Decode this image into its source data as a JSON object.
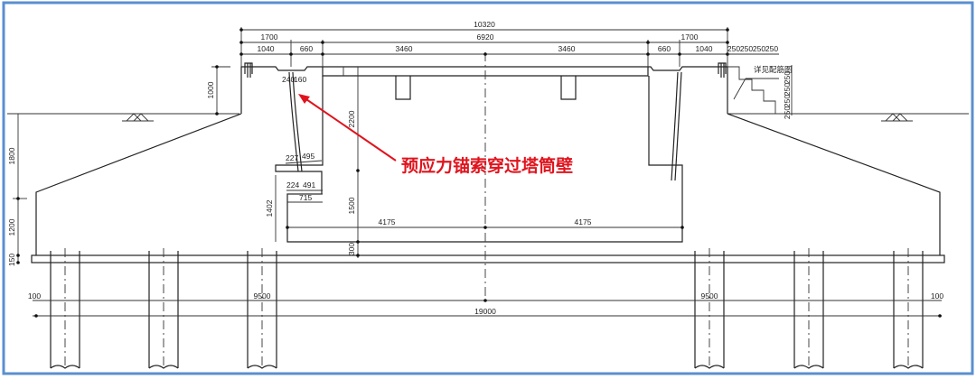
{
  "colors": {
    "border": "#5b8fd0",
    "annotation": "#e0141e",
    "line": "#222222"
  },
  "annotation": "预应力锚索穿过塔筒壁",
  "small_note": "详见配筋图",
  "dims": {
    "top_total": "10320",
    "row2": [
      "1700",
      "6920",
      "1700"
    ],
    "row3": [
      "1040",
      "660",
      "3460",
      "3460",
      "660",
      "1040"
    ],
    "steps_h": [
      "250",
      "250",
      "250",
      "250"
    ],
    "steps_v": [
      "250",
      "250",
      "250",
      "250"
    ],
    "pedestal_h": "1000",
    "left_v": [
      "1800",
      "1200",
      "150"
    ],
    "anchor_top": [
      "240",
      "160"
    ],
    "anchor_mid": [
      "227",
      "495"
    ],
    "anchor_low": [
      "224",
      "491"
    ],
    "anchor_width": "715",
    "anchor_h": "1402",
    "inner_v": [
      "2200",
      "1500",
      "300"
    ],
    "inner_w": [
      "4175",
      "4175"
    ],
    "pile_spacing": [
      "9500",
      "9500"
    ],
    "total_width": "19000",
    "edge": [
      "100",
      "100"
    ]
  }
}
